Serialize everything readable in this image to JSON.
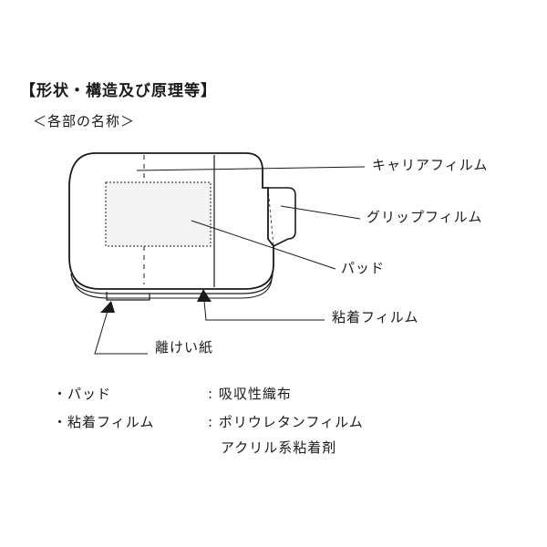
{
  "heading": "【形状・構造及び原理等】",
  "subheading": "＜各部の名称＞",
  "labels": {
    "carrier_film": "キャリアフィルム",
    "grip_film": "グリップフィルム",
    "pad": "パッド",
    "adhesive_film": "粘着フィルム",
    "release_paper": "離けい紙"
  },
  "specs": [
    {
      "name": "・パッド",
      "material": ": 吸収性織布"
    },
    {
      "name": "・粘着フィルム",
      "material": ": ポリウレタンフィルム",
      "material2": "アクリル系粘着剤"
    }
  ],
  "colors": {
    "line": "#1a1a1a",
    "background": "#ffffff"
  }
}
